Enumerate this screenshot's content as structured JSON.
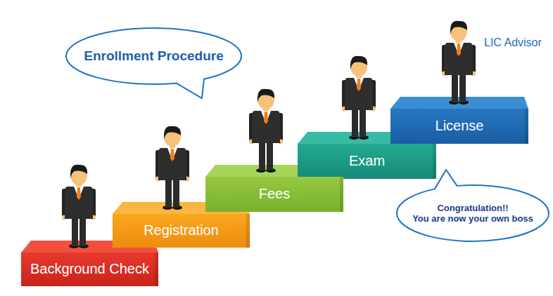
{
  "diagram": {
    "nodes": [
      {
        "text": [
          "Enrollment Procedure"
        ]
      },
      {
        "text": [
          "Background Check"
        ]
      },
      {
        "text": [
          "Registration"
        ]
      },
      {
        "text": [
          "Fees"
        ]
      },
      {
        "text": [
          "Exam"
        ]
      },
      {
        "text": [
          "License"
        ]
      },
      {
        "text": [
          "Congratulation!!",
          "You are now your own boss"
        ]
      }
    ],
    "labels": [
      "LIC Advisor"
    ]
  }
}
